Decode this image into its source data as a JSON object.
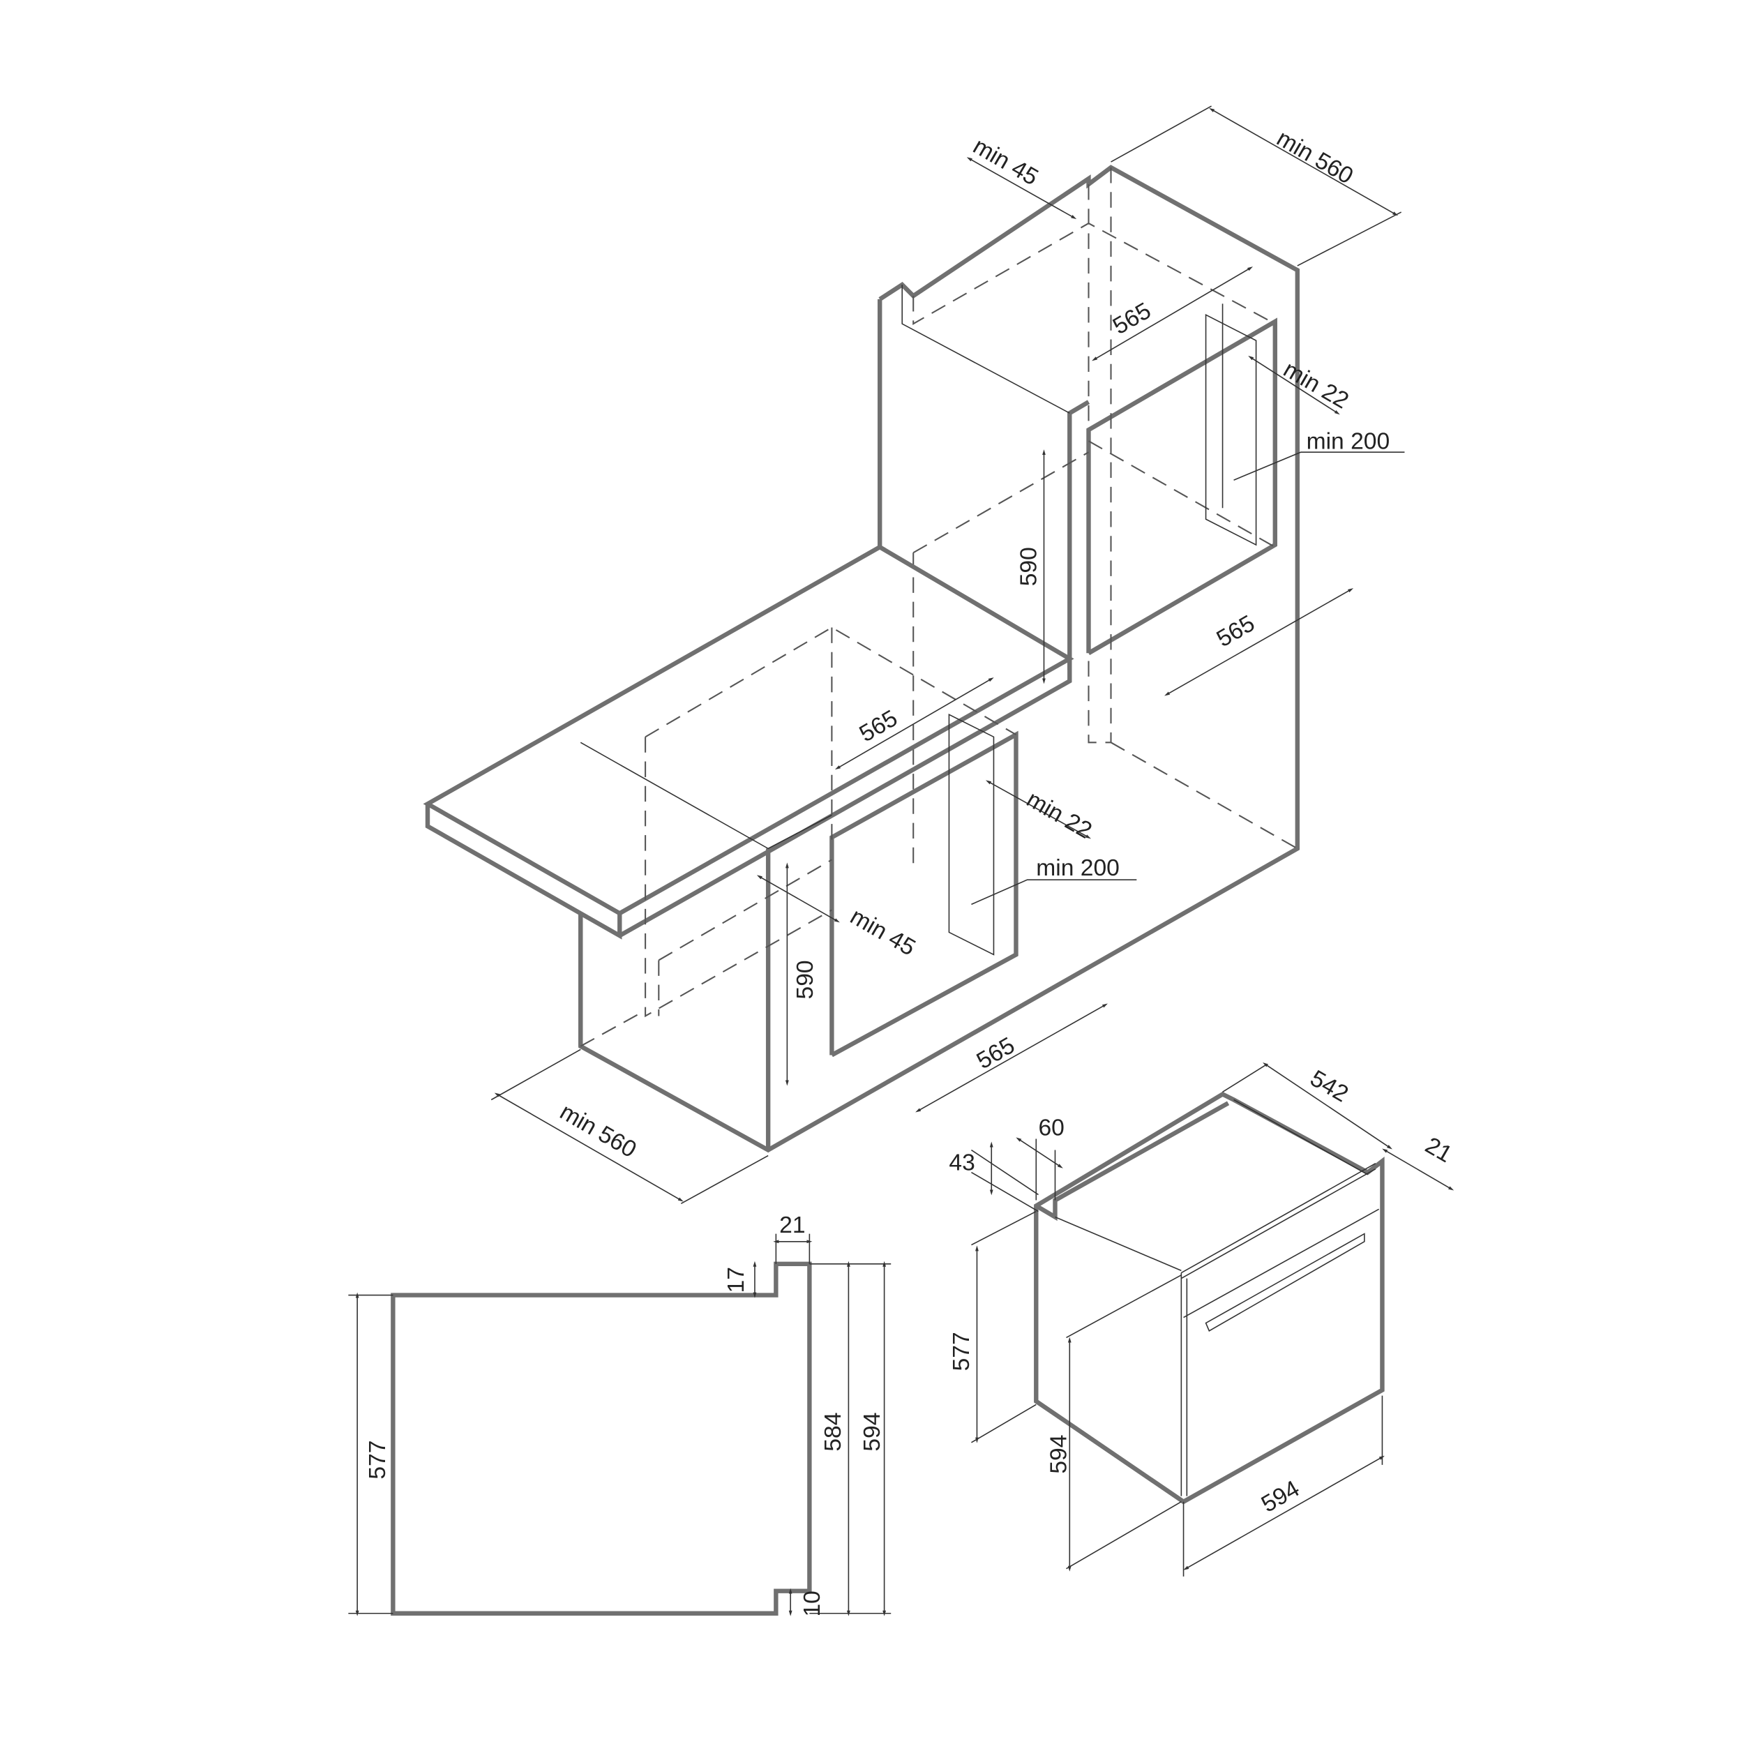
{
  "installation_column": {
    "width": "min 560",
    "top_gap": "min 45",
    "niche_depth_top": "565",
    "niche_depth_front": "565",
    "niche_height": "590",
    "side_gap": "min 22",
    "vent_opening": "min 200"
  },
  "installation_undercounter": {
    "width": "min 560",
    "rear_gap": "min 45",
    "niche_depth_top": "565",
    "niche_depth_front": "565",
    "niche_height": "590",
    "side_gap": "min 22",
    "vent_opening": "min 200"
  },
  "side_view": {
    "body_height": "577",
    "front_offset": "21",
    "top_step": "17",
    "inner_height": "584",
    "total_height": "594",
    "bottom_step": "10"
  },
  "oven_iso": {
    "depth": "542",
    "front_thickness": "21",
    "rear_offset": "60",
    "top_offset": "43",
    "body_height": "577",
    "height": "594",
    "width": "594"
  }
}
